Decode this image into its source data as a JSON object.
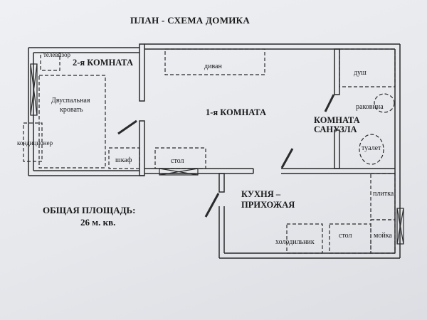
{
  "title": "ПЛАН - СХЕМА ДОМИКА",
  "rooms": {
    "room2": "2-я КОМНАТА",
    "room1": "1-я КОМНАТА",
    "bathroom_line1": "КОМНАТА",
    "bathroom_line2": "САНУЗЛА",
    "kitchen_line1": "КУХНЯ –",
    "kitchen_line2": "ПРИХОЖАЯ"
  },
  "furniture": {
    "tv": "телевизор",
    "bed_line1": "Двуспальная",
    "bed_line2": "кровать",
    "ac": "кондиционер",
    "wardrobe": "шкаф",
    "sofa": "диван",
    "table_room": "стол",
    "shower": "душ",
    "sink": "раковина",
    "toilet": "туалет",
    "stove": "плитка",
    "fridge": "холодильник",
    "table_kitchen": "стол",
    "kitchen_sink": "мойка"
  },
  "area": {
    "label": "ОБЩАЯ ПЛОЩАДЬ:",
    "value": "26 м. кв."
  },
  "colors": {
    "wall": "#2a2a2a",
    "paper": "#e9ebef"
  }
}
